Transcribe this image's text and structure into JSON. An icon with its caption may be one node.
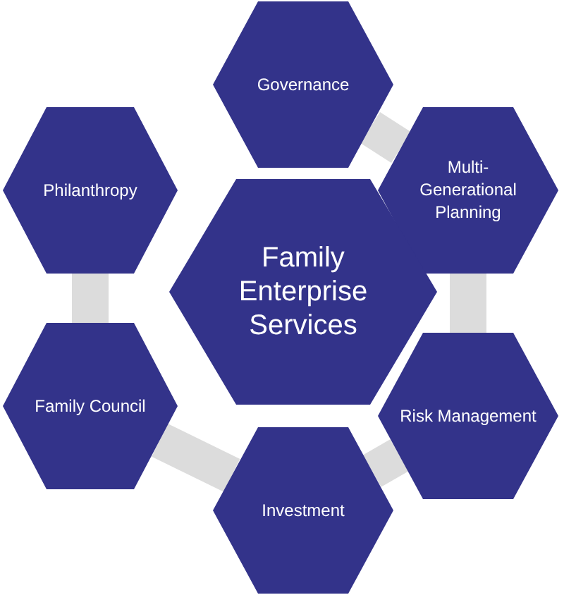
{
  "diagram": {
    "nodes": [
      {
        "text": [
          "Governance"
        ]
      },
      {
        "text": [
          "Philanthropy"
        ]
      },
      {
        "text": [
          "Multi-Generational Planning"
        ]
      },
      {
        "text": [
          "Family Enterprise Services"
        ]
      },
      {
        "text": [
          "Family Council"
        ]
      },
      {
        "text": [
          "Risk Management"
        ]
      },
      {
        "text": [
          "Investment"
        ]
      }
    ],
    "edges": [
      {
        "from": 0,
        "to": 2,
        "arrow": "none"
      },
      {
        "from": 2,
        "to": 5,
        "arrow": "none"
      },
      {
        "from": 5,
        "to": 6,
        "arrow": "none"
      },
      {
        "from": 6,
        "to": 4,
        "arrow": "none"
      },
      {
        "from": 4,
        "to": 1,
        "arrow": "none"
      }
    ]
  }
}
